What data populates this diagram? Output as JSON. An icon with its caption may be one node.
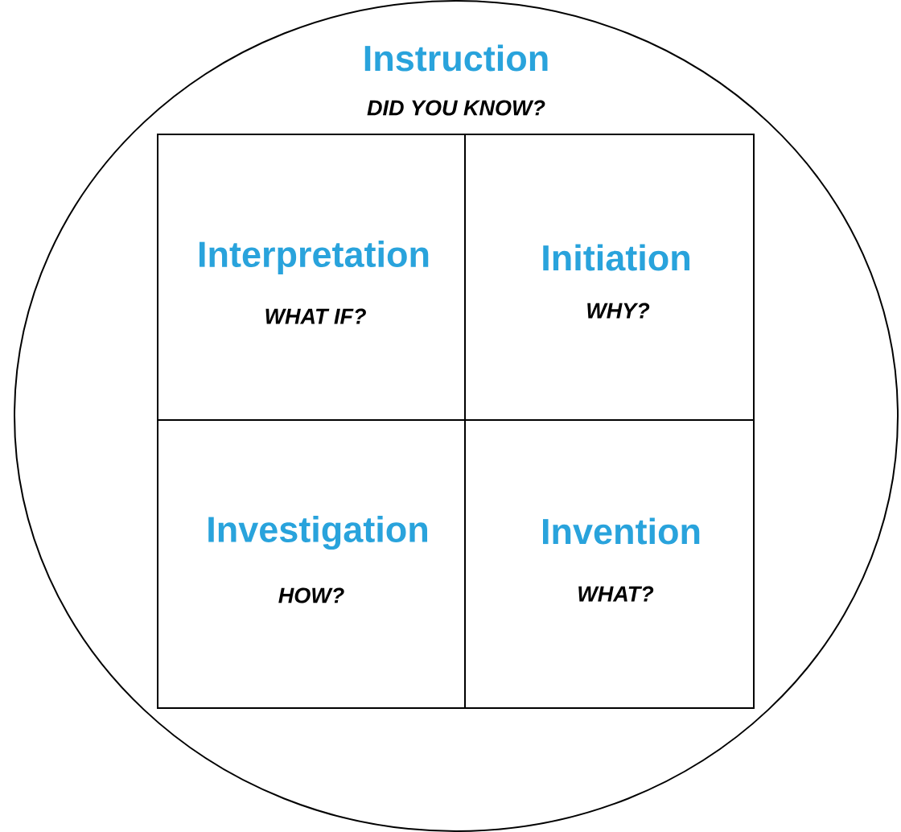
{
  "diagram": {
    "nodes": [
      {
        "text": [
          "Instruction",
          "DID YOU KNOW?"
        ]
      },
      {
        "text": [
          "Interpretation",
          "WHAT IF?"
        ],
        "in": 0
      },
      {
        "text": [
          "Initiation",
          "WHY?"
        ],
        "in": 0
      },
      {
        "text": [
          "Investigation",
          "HOW?"
        ],
        "in": 0
      },
      {
        "text": [
          "Invention",
          "WHAT?"
        ],
        "in": 0
      }
    ]
  }
}
